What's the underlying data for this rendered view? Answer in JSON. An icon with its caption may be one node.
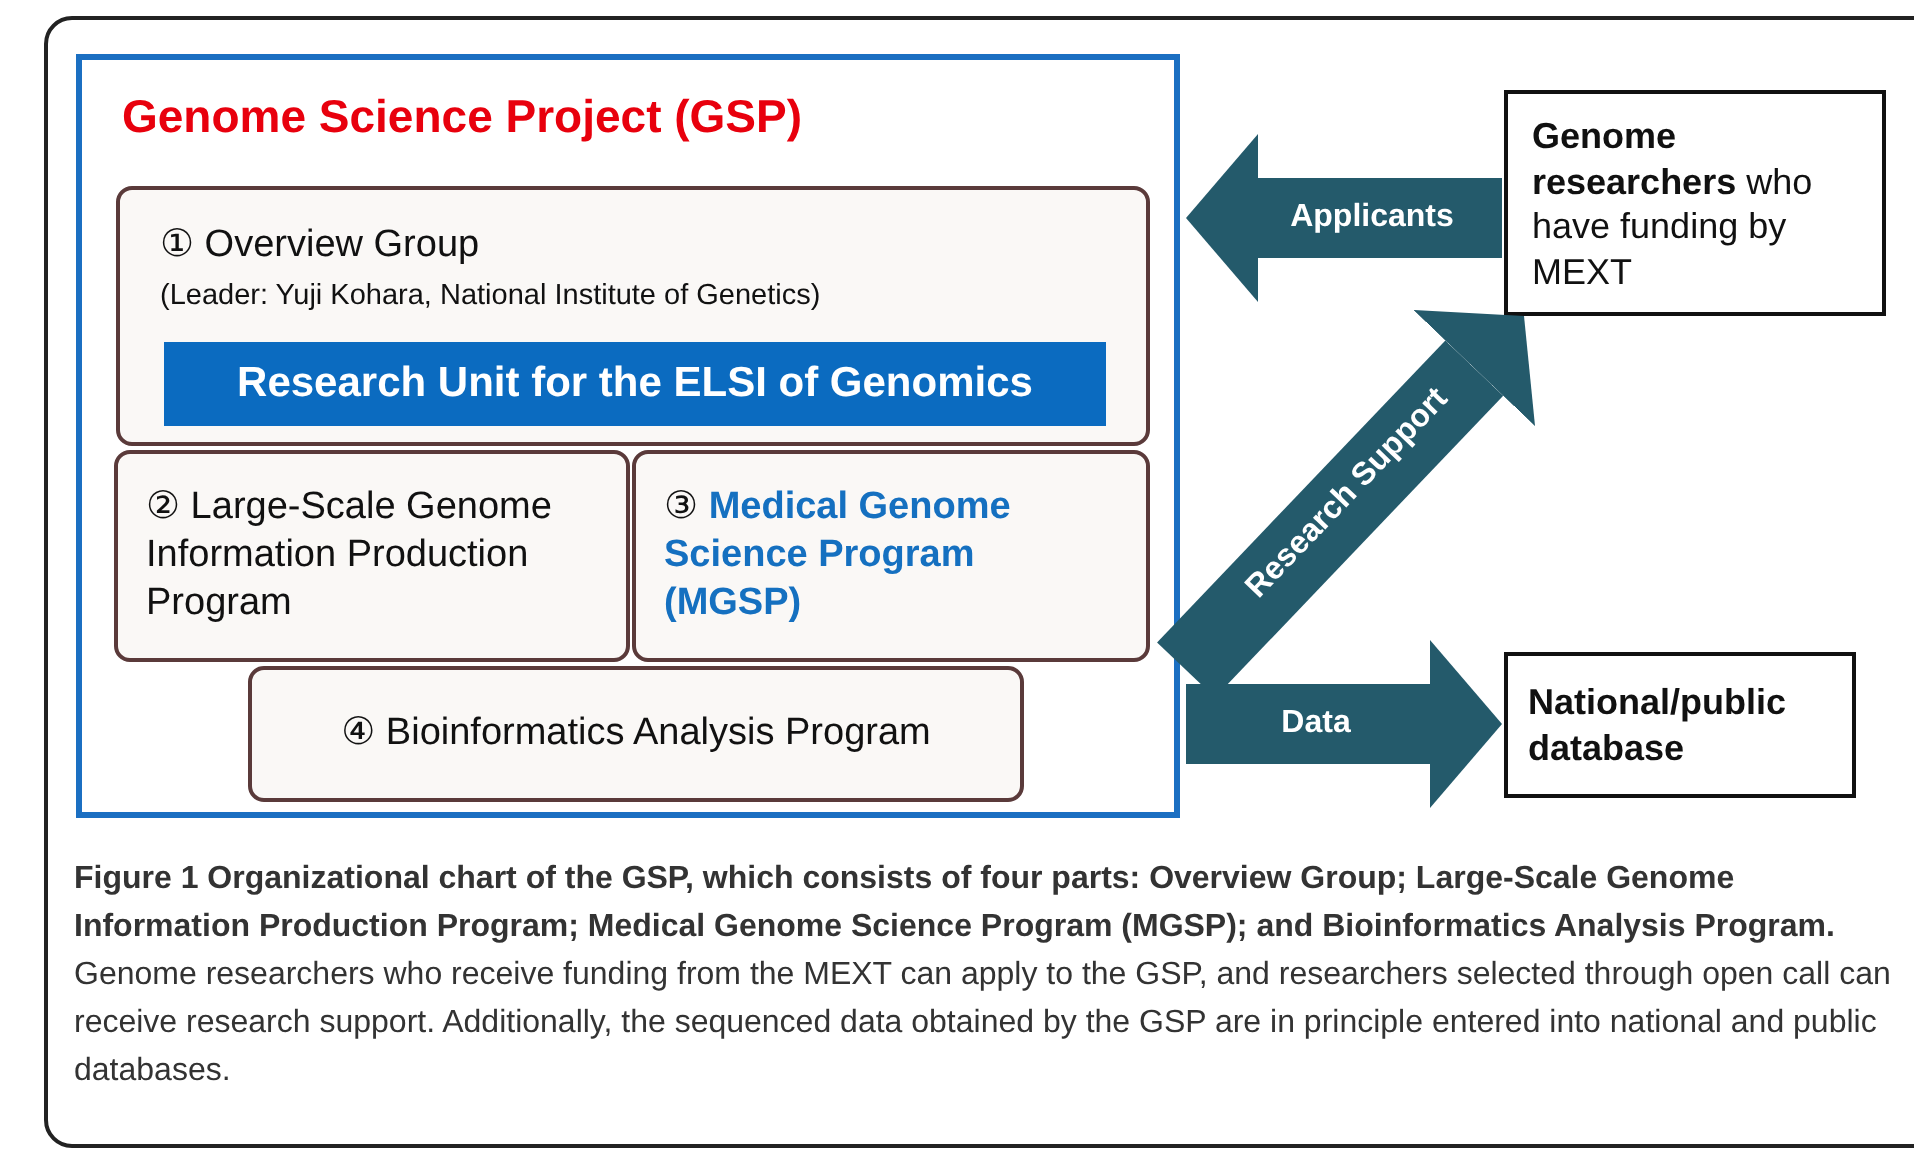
{
  "diagram": {
    "nodes": [
      {
        "text": [
          "Genome Science Project (GSP)"
        ]
      },
      {
        "text": [
          "① Overview Group",
          "(Leader: Yuji Kohara, National Institute of Genetics)"
        ],
        "in": 0
      },
      {
        "text": [
          "Research Unit for the ELSI of Genomics"
        ],
        "in": 1
      },
      {
        "text": [
          "② Large-Scale Genome Information Production Program"
        ],
        "in": 0
      },
      {
        "text": [
          "③ **Medical Genome Science Program (MGSP)**"
        ],
        "in": 0
      },
      {
        "text": [
          "④ Bioinformatics Analysis Program"
        ],
        "in": 0
      },
      {
        "text": [
          "**Genome researchers** who have funding by MEXT"
        ]
      },
      {
        "text": [
          "National/public database"
        ]
      }
    ],
    "edges": [
      {
        "from": 6,
        "to": 0,
        "arrow": "to",
        "label": "Applicants"
      },
      {
        "from": 0,
        "to": 6,
        "arrow": "to",
        "label": "Research Support"
      },
      {
        "from": 0,
        "to": 7,
        "arrow": "to",
        "label": "Data"
      }
    ],
    "caption": "**Figure 1 Organizational chart of the GSP, which consists of four parts: Overview Group; Large-Scale Genome Information Production Program; Medical Genome Science Program (MGSP); and Bioinformatics Analysis Program.** Genome researchers who receive funding from the MEXT can apply to the GSP, and researchers selected through open call can receive research support. Additionally, the sequenced data obtained by the GSP are in principle entered into national and public databases."
  }
}
